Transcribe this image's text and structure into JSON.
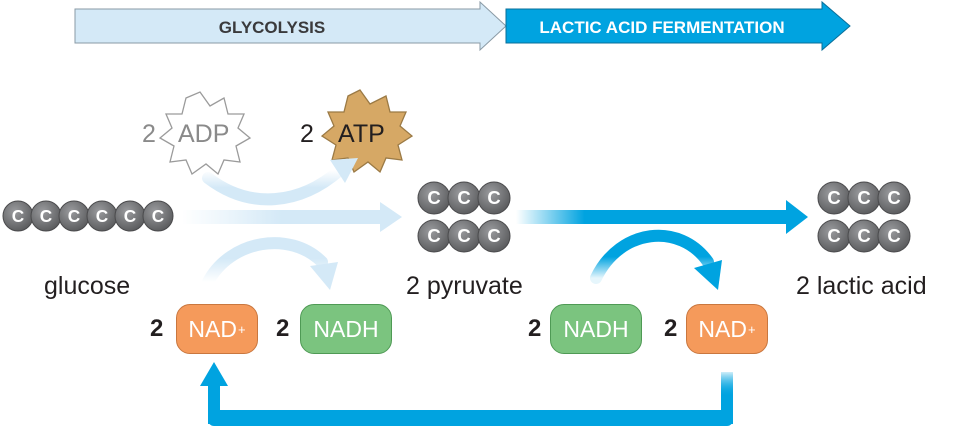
{
  "stages": {
    "glycolysis": "GLYCOLYSIS",
    "fermentation": "LACTIC ACID FERMENTATION"
  },
  "molecules": {
    "glucose": "glucose",
    "pyruvate": "2 pyruvate",
    "lactic_acid": "2 lactic acid",
    "carbon_atom": "C"
  },
  "energy": {
    "adp_coef": "2",
    "adp": "ADP",
    "atp_coef": "2",
    "atp": "ATP"
  },
  "carriers": {
    "gly_nad_coef": "2",
    "gly_nad": "NAD",
    "gly_nadh_coef": "2",
    "gly_nadh": "NADH",
    "fer_nadh_coef": "2",
    "fer_nadh": "NADH",
    "fer_nad_coef": "2",
    "fer_nad": "NAD",
    "plus": "+"
  },
  "colors": {
    "glycolysis_arrow": "#d4e9f7",
    "fermentation_arrow": "#00a3e0",
    "nad": "#f59a5b",
    "nadh": "#7bc47f",
    "atp": "#d6a865",
    "carbon": "#6d6e71"
  }
}
